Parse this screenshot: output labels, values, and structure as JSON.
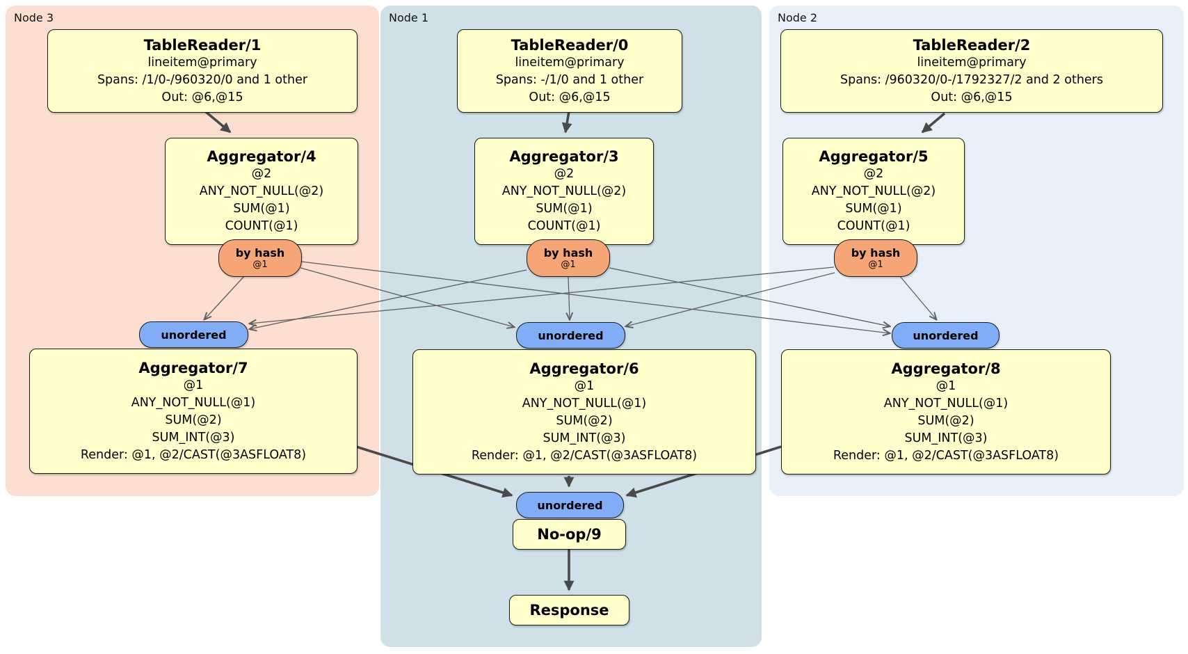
{
  "regions": [
    {
      "label": "Node 3"
    },
    {
      "label": "Node 1"
    },
    {
      "label": "Node 2"
    }
  ],
  "processors": [
    {
      "title": "TableReader/1",
      "lines": [
        "lineitem@primary",
        "Spans: /1/0-/960320/0 and 1 other",
        "Out: @6,@15"
      ]
    },
    {
      "title": "TableReader/0",
      "lines": [
        "lineitem@primary",
        "Spans: -/1/0 and 1 other",
        "Out: @6,@15"
      ]
    },
    {
      "title": "TableReader/2",
      "lines": [
        "lineitem@primary",
        "Spans: /960320/0-/1792327/2 and 2 others",
        "Out: @6,@15"
      ]
    },
    {
      "title": "Aggregator/4",
      "lines": [
        "@2",
        "ANY_NOT_NULL(@2)",
        "SUM(@1)",
        "COUNT(@1)"
      ]
    },
    {
      "title": "Aggregator/3",
      "lines": [
        "@2",
        "ANY_NOT_NULL(@2)",
        "SUM(@1)",
        "COUNT(@1)"
      ]
    },
    {
      "title": "Aggregator/5",
      "lines": [
        "@2",
        "ANY_NOT_NULL(@2)",
        "SUM(@1)",
        "COUNT(@1)"
      ]
    },
    {
      "title": "Aggregator/7",
      "lines": [
        "@1",
        "ANY_NOT_NULL(@1)",
        "SUM(@2)",
        "SUM_INT(@3)",
        "Render: @1, @2/CAST(@3ASFLOAT8)"
      ]
    },
    {
      "title": "Aggregator/6",
      "lines": [
        "@1",
        "ANY_NOT_NULL(@1)",
        "SUM(@2)",
        "SUM_INT(@3)",
        "Render: @1, @2/CAST(@3ASFLOAT8)"
      ]
    },
    {
      "title": "Aggregator/8",
      "lines": [
        "@1",
        "ANY_NOT_NULL(@1)",
        "SUM(@2)",
        "SUM_INT(@3)",
        "Render: @1, @2/CAST(@3ASFLOAT8)"
      ]
    },
    {
      "title": "No-op/9"
    },
    {
      "title": "Response"
    }
  ],
  "routers": [
    {
      "label": "by hash",
      "detail": "@1"
    },
    {
      "label": "by hash",
      "detail": "@1"
    },
    {
      "label": "by hash",
      "detail": "@1"
    }
  ],
  "syncs": [
    {
      "label": "unordered"
    },
    {
      "label": "unordered"
    },
    {
      "label": "unordered"
    },
    {
      "label": "unordered"
    }
  ],
  "colors": {
    "node3_background": "#fcdfd0",
    "node1_background": "#cfe0e9",
    "node2_background": "#e9f0f9",
    "processor_fill": "#ffffcc",
    "router_fill": "#f6a676",
    "sync_fill": "#80adf5",
    "edge_thin": "#5f5f5f",
    "edge_thick": "#4a4a4a"
  }
}
